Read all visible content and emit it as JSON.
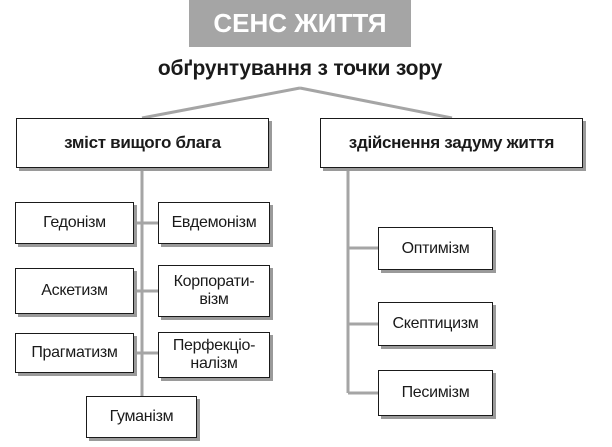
{
  "title": "СЕНС ЖИТТЯ",
  "subtitle": "обґрунтування з точки зору",
  "branches": [
    {
      "label": "зміст вищого блага",
      "left_column": [
        "Гедонізм",
        "Аскетизм",
        "Прагматизм"
      ],
      "right_column": [
        "Евдемонізм",
        "Корпорати-\nвізм",
        "Перфекціо-\nналізм"
      ],
      "bottom": "Гуманізм"
    },
    {
      "label": "здійснення задуму життя",
      "items": [
        "Оптимізм",
        "Скептицизм",
        "Песимізм"
      ]
    }
  ],
  "colors": {
    "title_background": "#a5a5a5",
    "title_text": "#ffffff",
    "connector": "#a5a5a5",
    "box_border": "#1a1a1a",
    "box_shadow": "#9a9a9a"
  }
}
